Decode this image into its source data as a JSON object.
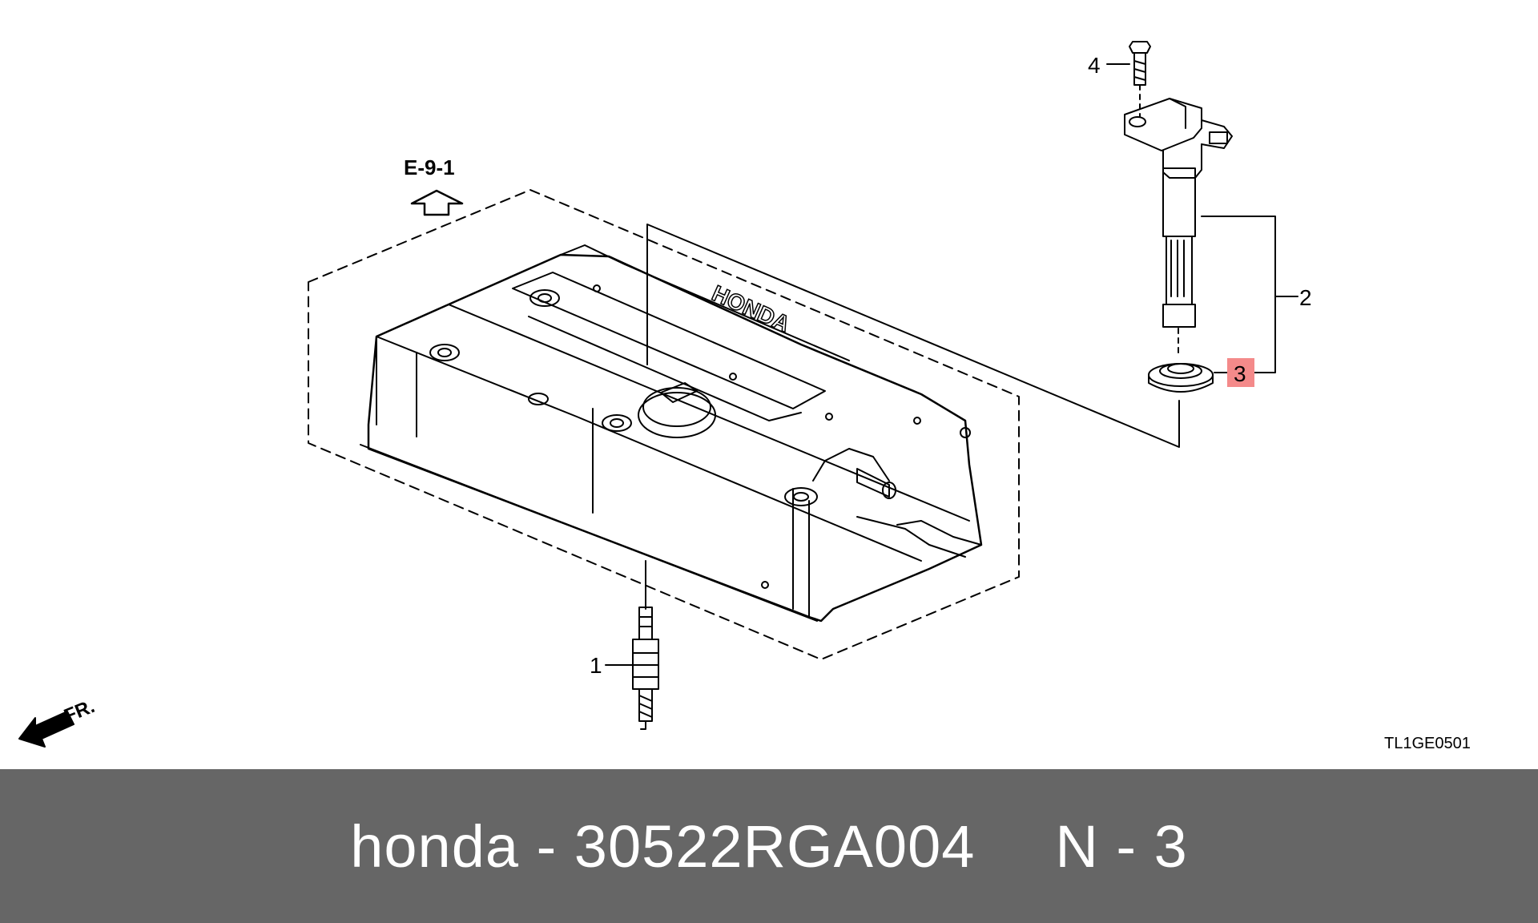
{
  "diagram": {
    "section_ref": "E-9-1",
    "front_label": "FR.",
    "brand_mark": "HONDA",
    "figure_code": "TL1GE0501",
    "callouts": {
      "c1": "1",
      "c2": "2",
      "c3": "3",
      "c4": "4"
    },
    "highlight_color": "#f48a8a"
  },
  "footer": {
    "part_text": "honda - 30522RGA004",
    "ref_text": "N - 3",
    "bar_color": "#666666"
  }
}
